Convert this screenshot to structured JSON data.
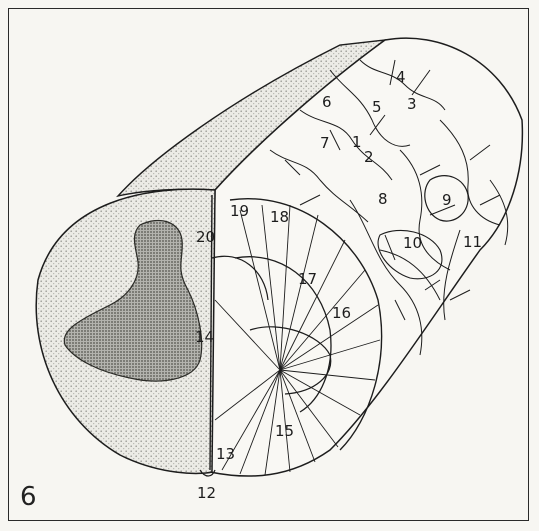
{
  "figure": {
    "panel_letter": "6",
    "labels": [
      "1",
      "2",
      "3",
      "4",
      "5",
      "6",
      "7",
      "8",
      "9",
      "10",
      "11",
      "12",
      "13",
      "14",
      "15",
      "16",
      "17",
      "18",
      "19",
      "20"
    ],
    "colors": {
      "ink": "#1d1d1d",
      "stipple": "#d9d9d4",
      "core": "#8d8d88",
      "paper": "#f7f6f2"
    }
  }
}
